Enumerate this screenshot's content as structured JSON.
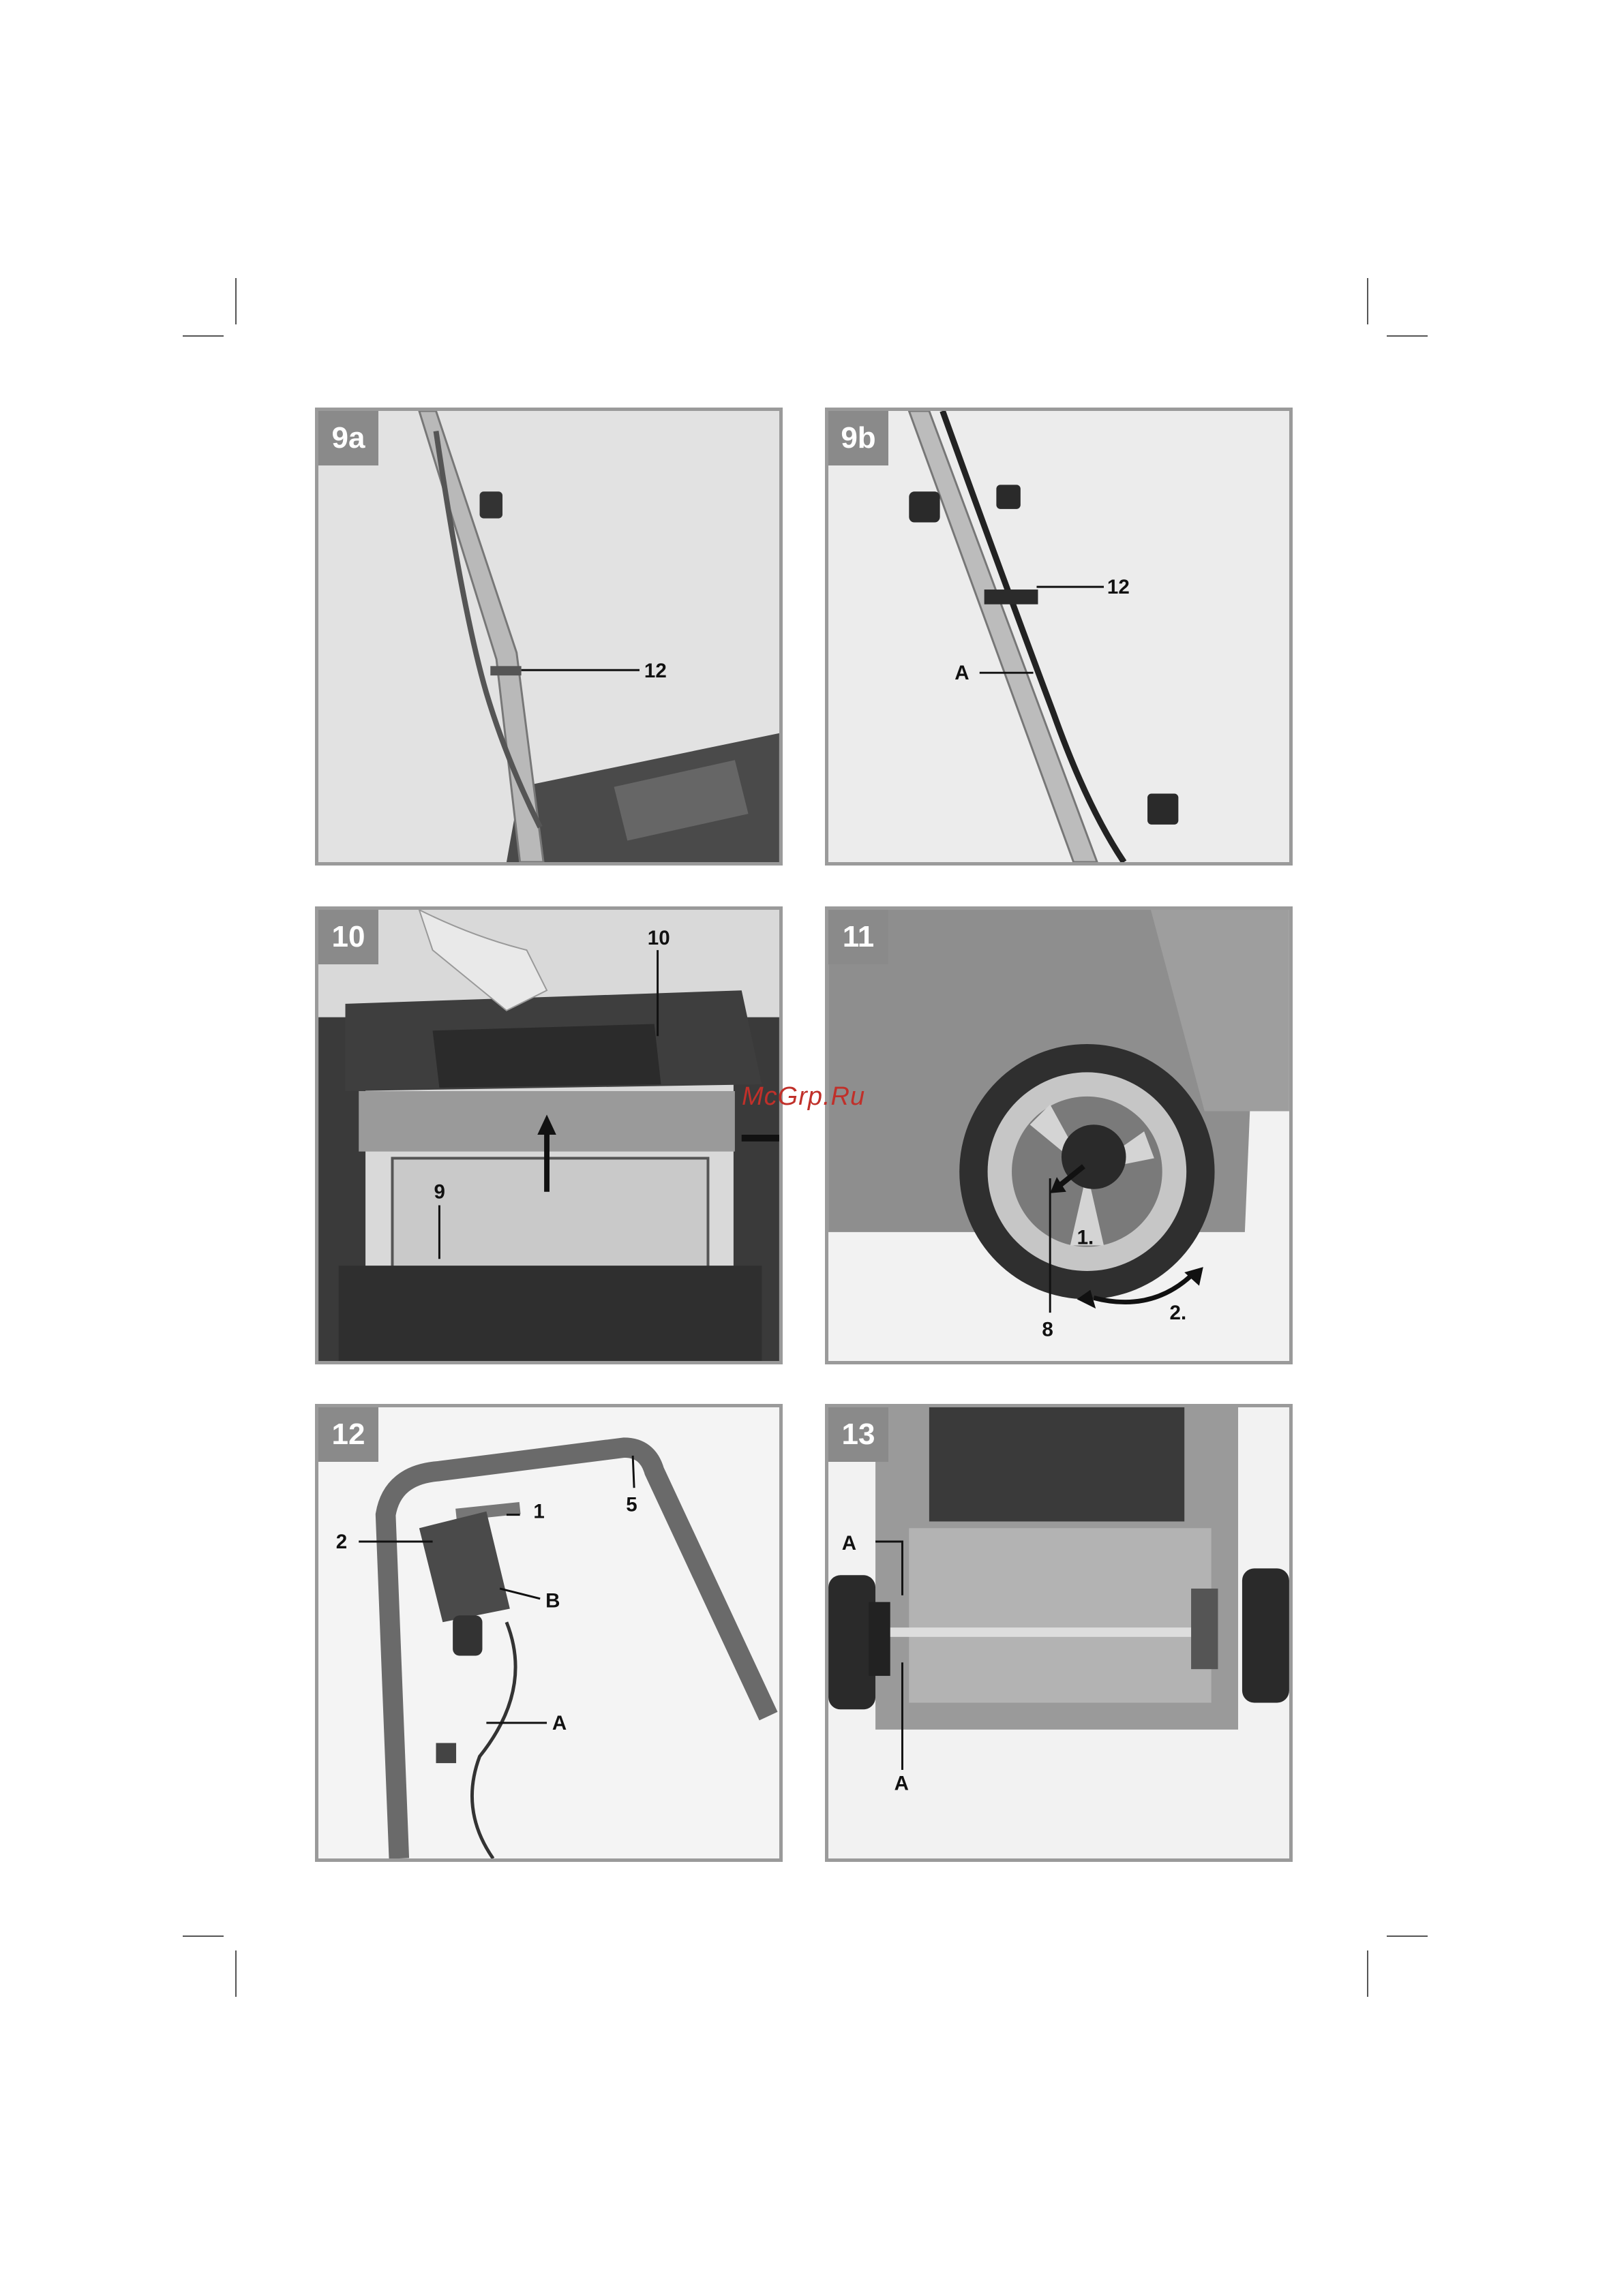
{
  "figures": [
    {
      "id": "9a",
      "callouts": [
        "12"
      ]
    },
    {
      "id": "9b",
      "callouts": [
        "12",
        "A"
      ]
    },
    {
      "id": "10",
      "callouts": [
        "10",
        "9"
      ]
    },
    {
      "id": "11",
      "callouts": [
        "1.",
        "8",
        "2."
      ]
    },
    {
      "id": "12",
      "callouts": [
        "1",
        "5",
        "2",
        "B",
        "A"
      ]
    },
    {
      "id": "13",
      "callouts": [
        "A",
        "A"
      ]
    }
  ],
  "watermark": "McGrp.Ru",
  "colors": {
    "panel_bg": "#dcdcdc",
    "panel_border": "#9a9a9a",
    "badge_bg": "#8a8a8a",
    "watermark": "#c0302a"
  }
}
